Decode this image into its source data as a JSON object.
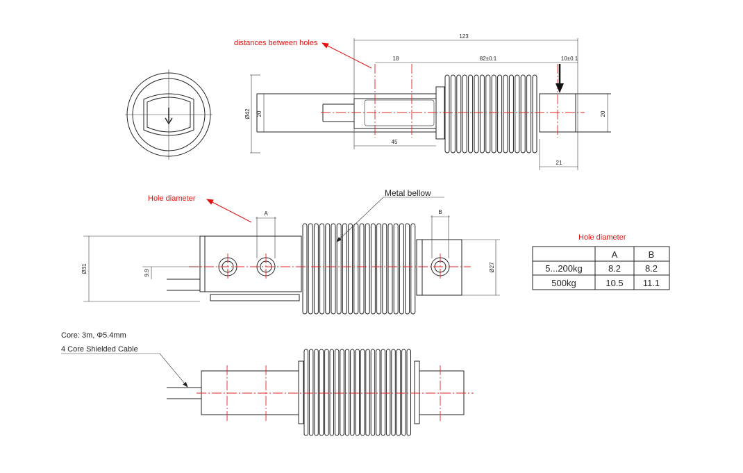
{
  "annotations": {
    "distances_between_holes": "distances between holes",
    "hole_diameter": "Hole diameter",
    "metal_bellow": "Metal bellow",
    "cable_line1": "Core: 3m, Φ5.4mm",
    "cable_line2": "4 Core Shielded Cable"
  },
  "dimensions": {
    "overall_length": "123",
    "hole_offset": "18",
    "hole_spacing": "82±0.1",
    "end_offset": "10±0.1",
    "body_diameter": "Ø42",
    "flat_left": "20",
    "flat_right": "20",
    "slot_length": "45",
    "end_length": "21",
    "side_diameter": "Ø31",
    "side_height": "9.9",
    "end_diameter": "Ø27",
    "label_a": "A",
    "label_b": "B"
  },
  "hole_table": {
    "title": "Hole diameter",
    "headers": [
      "",
      "A",
      "B"
    ],
    "rows": [
      [
        "5...200kg",
        "8.2",
        "8.2"
      ],
      [
        "500kg",
        "10.5",
        "11.1"
      ]
    ]
  },
  "colors": {
    "annotation": "#e01010",
    "centerline": "#e02020",
    "lines": "#222222"
  }
}
